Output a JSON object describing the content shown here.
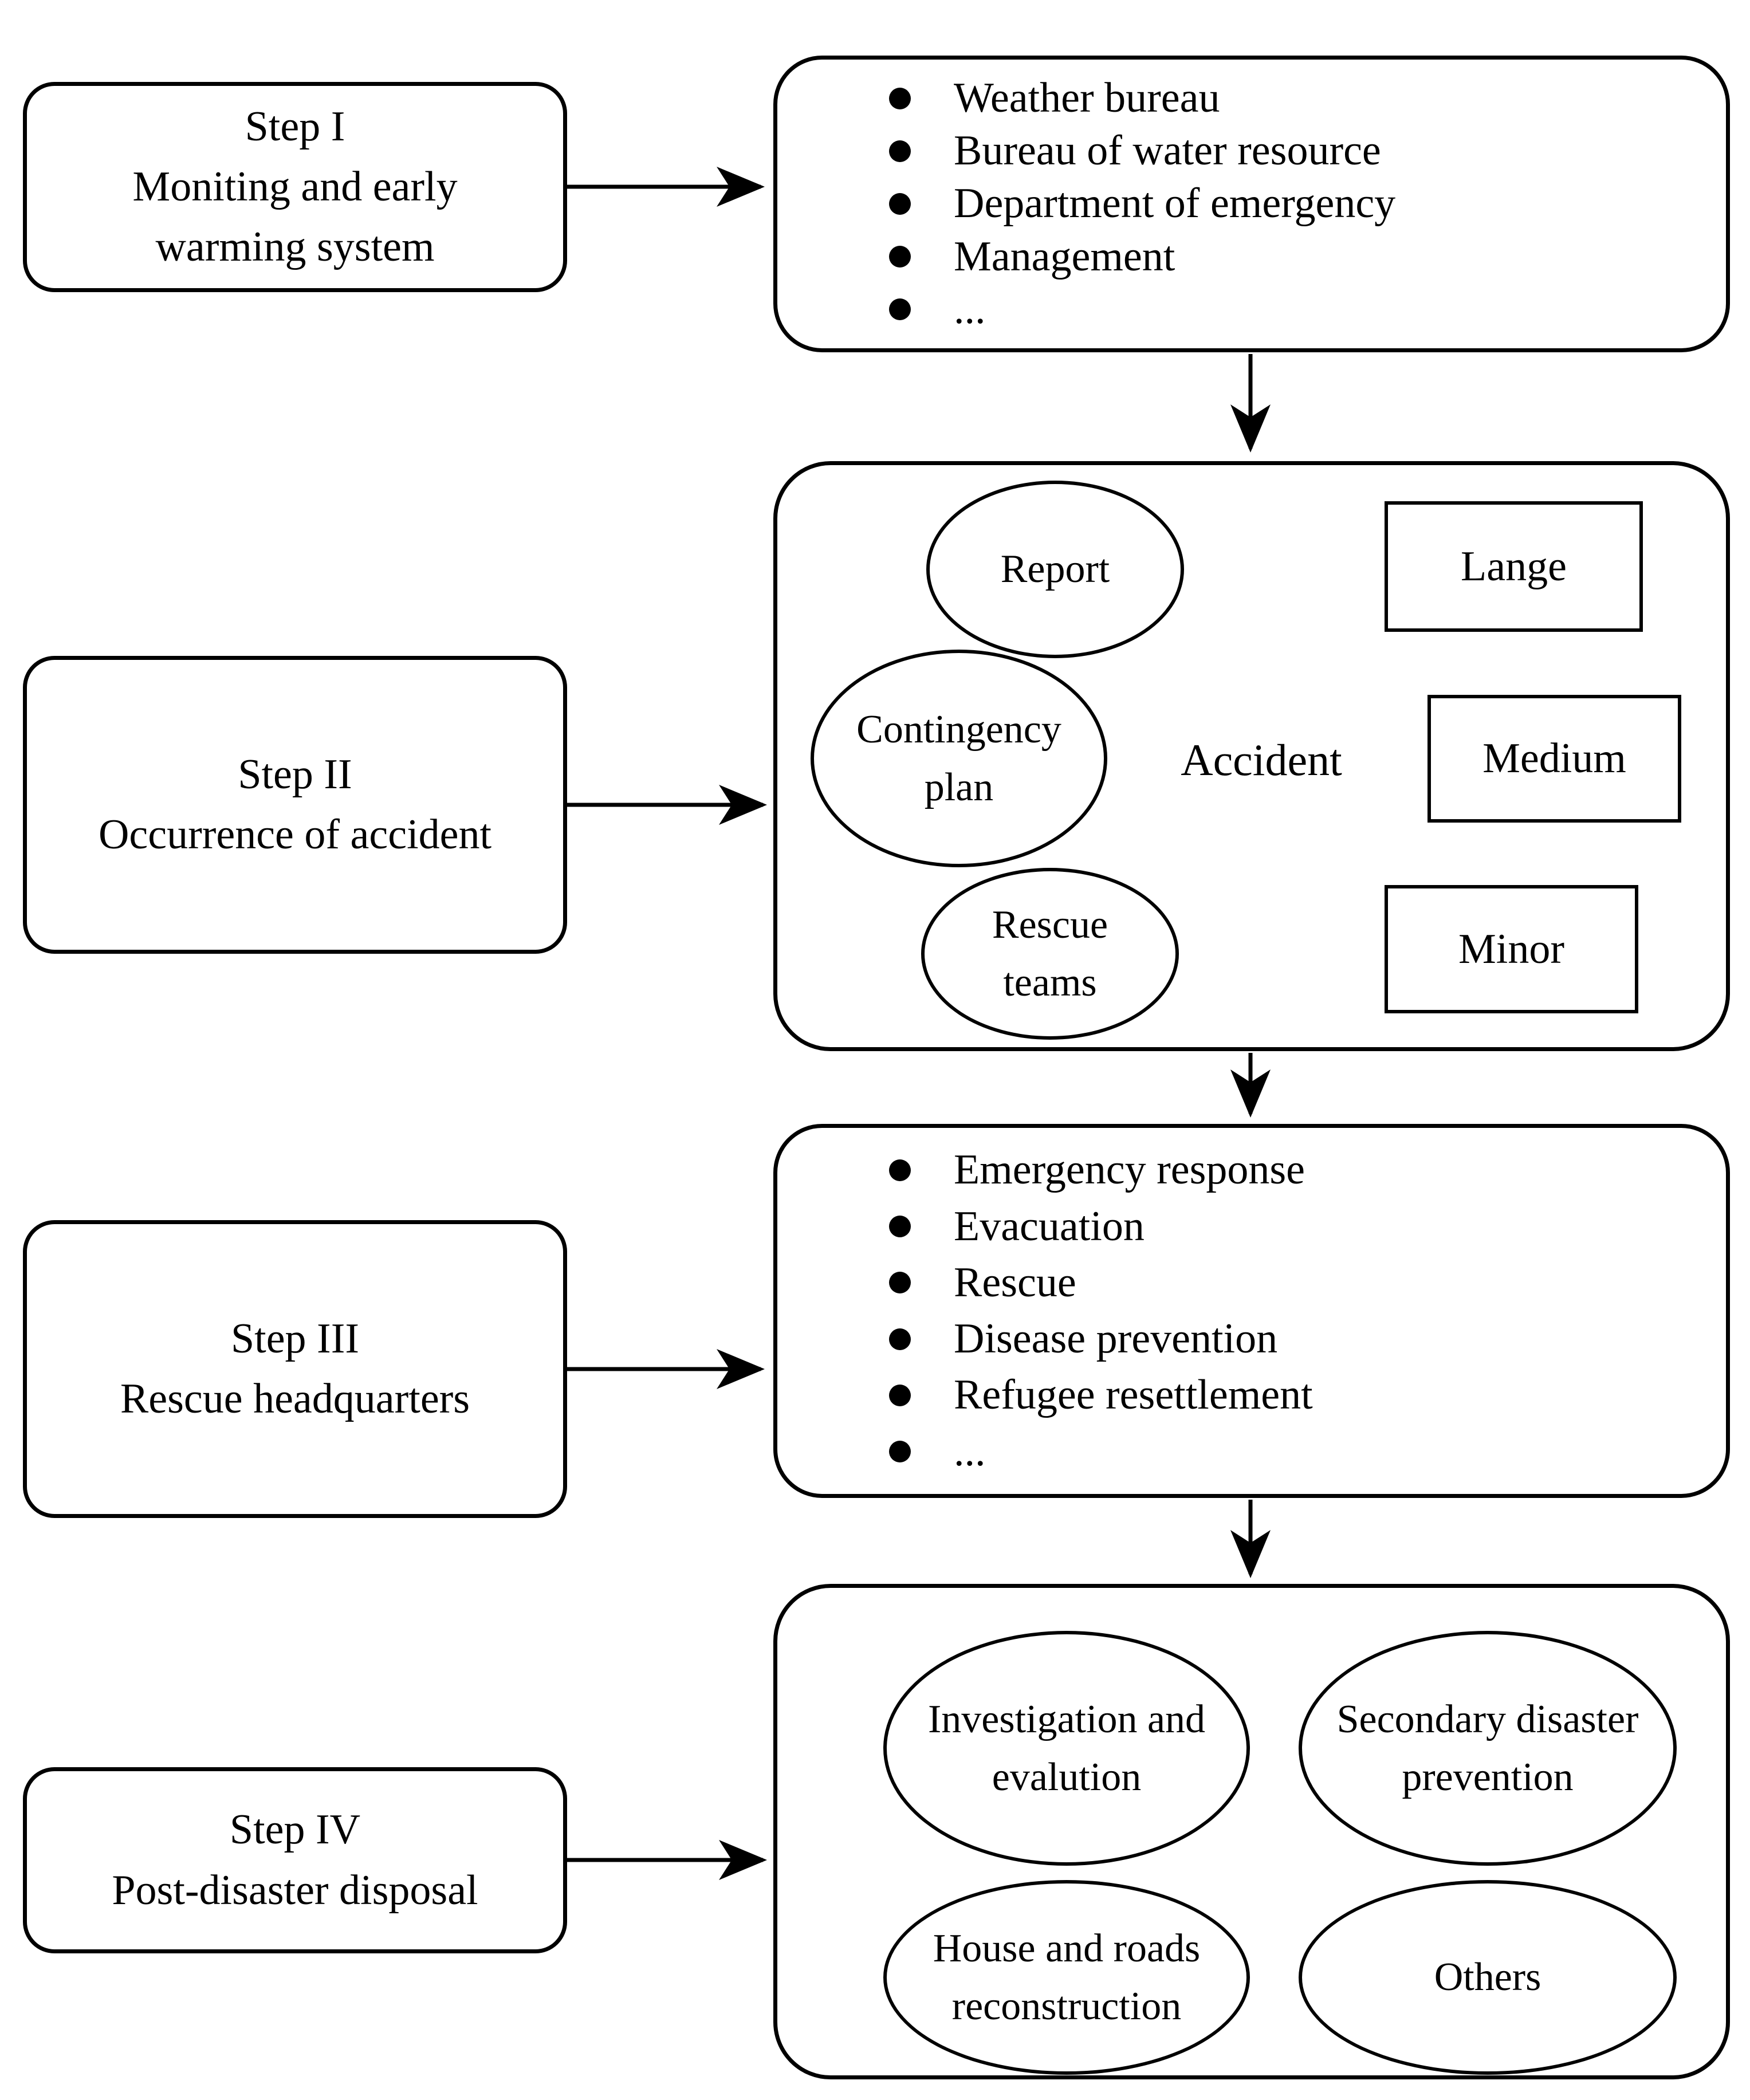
{
  "diagram": {
    "steps": [
      {
        "lines": [
          "Step I",
          "Moniting and early",
          "warming system"
        ]
      },
      {
        "lines": [
          "Step II",
          "Occurrence of accident"
        ]
      },
      {
        "lines": [
          "Step III",
          "Rescue headquarters"
        ]
      },
      {
        "lines": [
          "Step IV",
          "Post-disaster disposal"
        ]
      }
    ],
    "monitoring_agencies": {
      "items": [
        "Weather bureau",
        "Bureau of water resource",
        "Department of emergency",
        "Management",
        "..."
      ]
    },
    "accident_panel": {
      "center_label": "Accident",
      "inputs": [
        {
          "label": "Report"
        },
        {
          "label": "Contingency plan"
        },
        {
          "label": "Rescue teams"
        }
      ],
      "severity_levels": [
        {
          "label": "Lange"
        },
        {
          "label": "Medium"
        },
        {
          "label": "Minor"
        }
      ]
    },
    "response_actions": {
      "items": [
        "Emergency response",
        "Evacuation",
        "Rescue",
        "Disease prevention",
        "Refugee resettlement",
        "..."
      ]
    },
    "post_disaster": {
      "items": [
        "Investigation and evalution",
        "Secondary disaster prevention",
        "House and roads reconstruction",
        "Others"
      ]
    },
    "colors": {
      "line": "#000000",
      "background": "#ffffff"
    }
  }
}
